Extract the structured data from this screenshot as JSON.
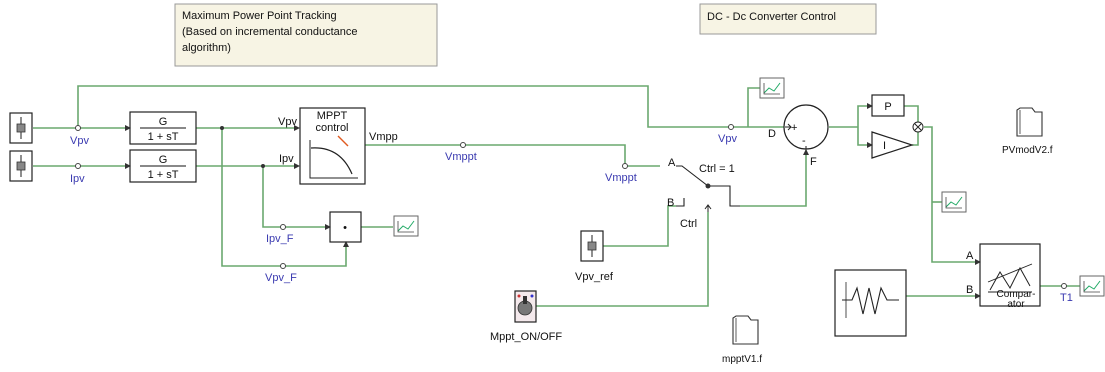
{
  "notes": {
    "mppt": [
      "Maximum Power Point Tracking",
      "(Based on incremental conductance",
      "algorithm)"
    ],
    "dcdc": "DC - Dc Converter  Control"
  },
  "signals": {
    "vpv": "Vpv",
    "ipv": "Ipv",
    "vmppt": "Vmppt",
    "ipv_f": "Ipv_F",
    "vpv_f": "Vpv_F",
    "t1": "T1"
  },
  "filter": {
    "num": "G",
    "den": "1 + sT"
  },
  "mppt_block": {
    "title": [
      "MPPT",
      "control"
    ],
    "in_v": "Vpv",
    "in_i": "Ipv",
    "out": "Vmpp"
  },
  "switch": {
    "port_a": "A",
    "port_b": "B",
    "ctrl_eq": "Ctrl =  1",
    "ctrl_label": "Ctrl"
  },
  "summer": {
    "d": "D",
    "f": "F",
    "plus": "+",
    "minus": "-"
  },
  "pi": {
    "p": "P",
    "i": "I"
  },
  "comparator": {
    "a": "A",
    "b": "B",
    "label": [
      "Compar-",
      "ator"
    ]
  },
  "multiplier": {
    "symbol": "•"
  },
  "sources": {
    "vpv_ref": "Vpv_ref",
    "mppt_onoff": "Mppt_ON/OFF"
  },
  "files": {
    "pv": "PVmodV2.f",
    "mppt": "mpptV1.f"
  },
  "colors": {
    "wire": "#6aa86f",
    "signal_text": "#3a3ab0",
    "note_bg": "#f7f4e4"
  }
}
